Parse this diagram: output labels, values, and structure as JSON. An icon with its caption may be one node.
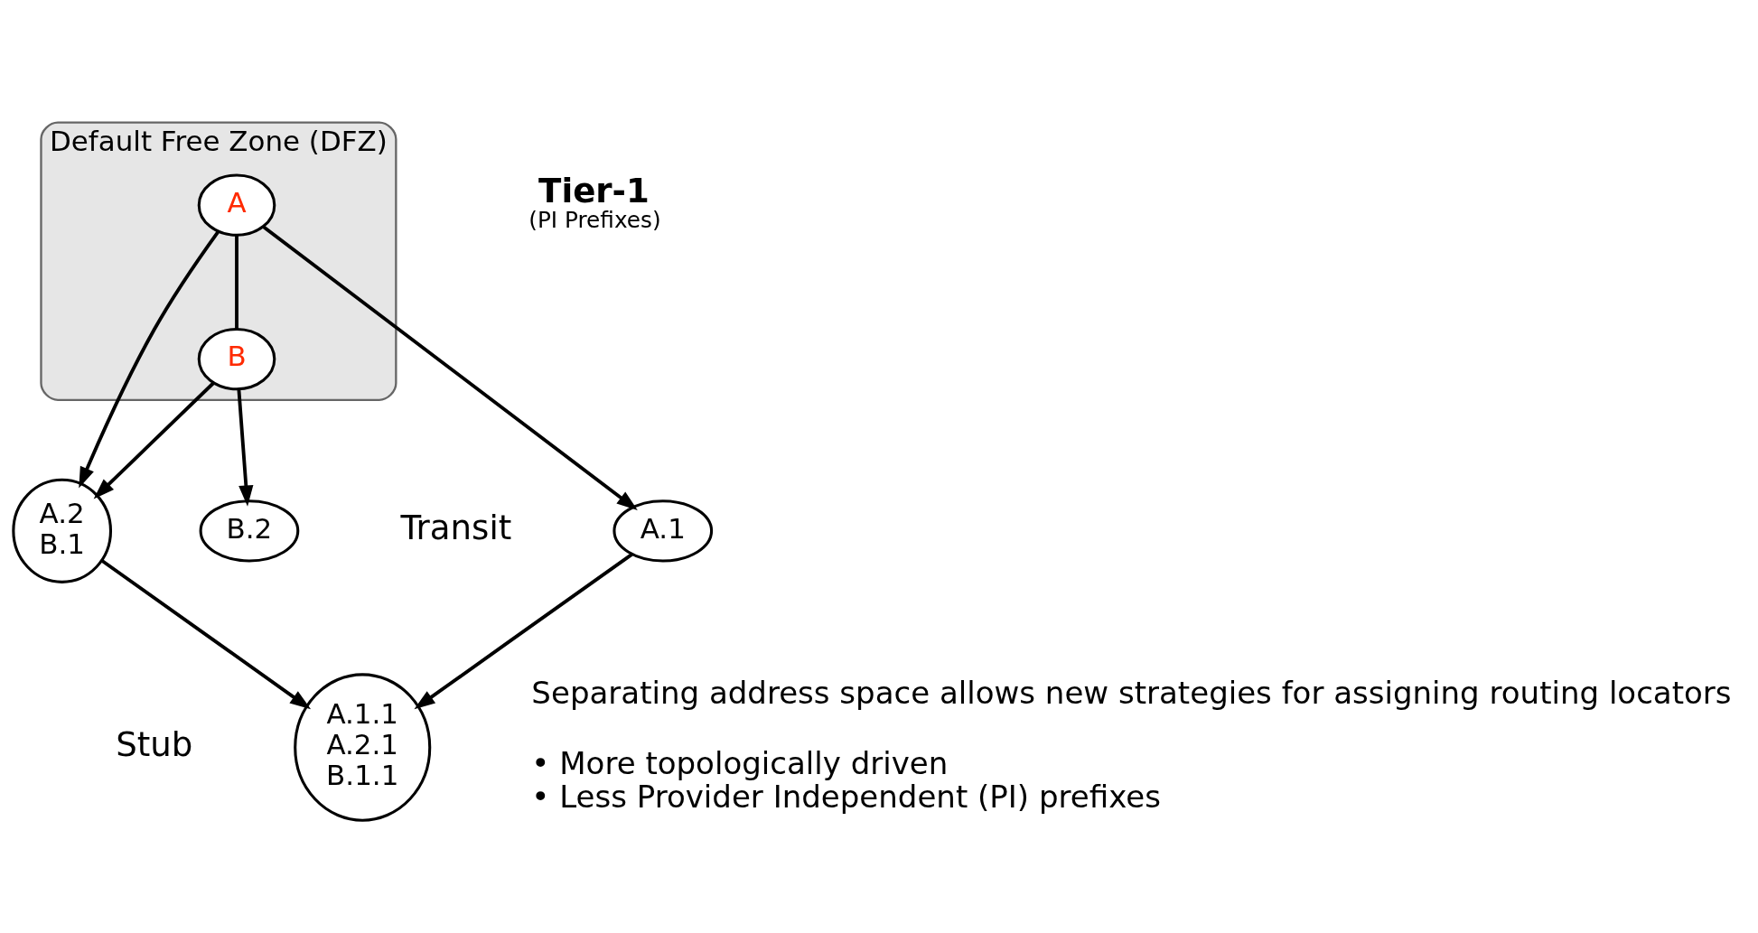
{
  "diagram": {
    "nodes": [
      {
        "text": [
          "Default Free Zone (DFZ)"
        ]
      },
      {
        "text": [
          "A"
        ],
        "in": 0
      },
      {
        "text": [
          "B"
        ],
        "in": 0
      },
      {
        "text": [
          "A.1"
        ]
      },
      {
        "text": [
          "A.2",
          "B.1"
        ]
      },
      {
        "text": [
          "B.2"
        ]
      },
      {
        "text": [
          "A.1.1",
          "A.2.1",
          "B.1.1"
        ]
      }
    ],
    "edges": [
      {
        "from": 1,
        "to": 2,
        "arrow": "none"
      },
      {
        "from": 1,
        "to": 3,
        "arrow": "to"
      },
      {
        "from": 1,
        "to": 4,
        "arrow": "to"
      },
      {
        "from": 2,
        "to": 4,
        "arrow": "to"
      },
      {
        "from": 2,
        "to": 5,
        "arrow": "to"
      },
      {
        "from": 3,
        "to": 6,
        "arrow": "to"
      },
      {
        "from": 4,
        "to": 6,
        "arrow": "to"
      }
    ],
    "labels": [
      "Tier-1",
      "(PI Prefixes)",
      "Transit",
      "Stub",
      "Separating address space allows new strategies for assigning routing locators",
      "• More topologically driven",
      "• Less Provider Independent (PI) prefixes"
    ]
  }
}
